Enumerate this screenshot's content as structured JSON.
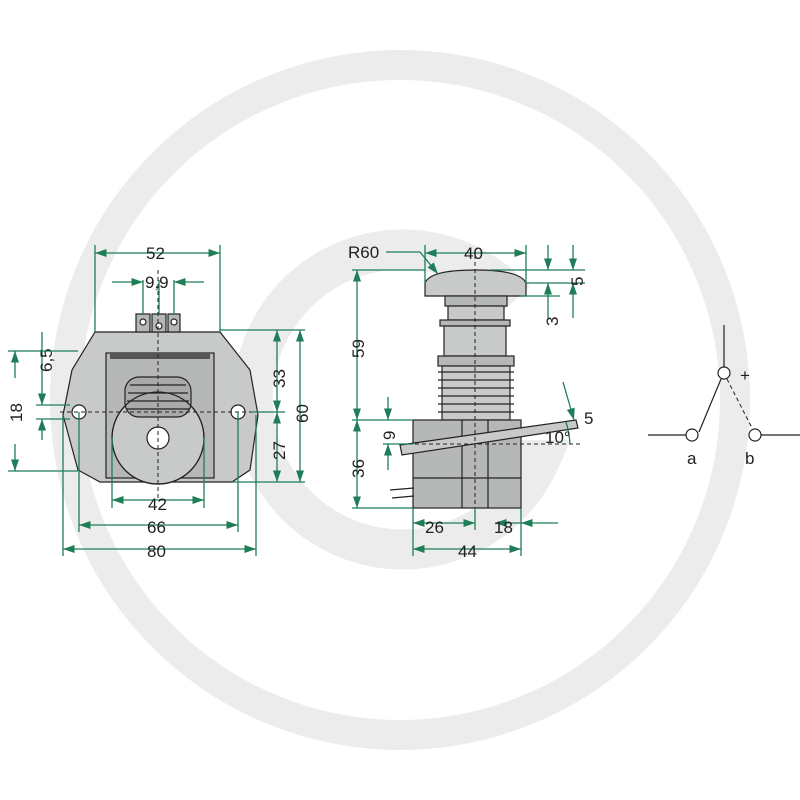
{
  "colors": {
    "dimension_lines": "#1e7e58",
    "outline": "#222222",
    "part_fill": "#c8cac9",
    "watermark": "#ebebeb"
  },
  "front_view": {
    "width_top": "52",
    "terminal_pitch": "9,9",
    "offset_top": "6,5",
    "hole_spacing_v": "18",
    "upper_height": "33",
    "total_height": "60",
    "lower_height": "27",
    "knob_diameter": "42",
    "hole_spacing_h": "66",
    "total_width": "80"
  },
  "side_view": {
    "radius": "R60",
    "head_width": "40",
    "head_thickness": "5",
    "head_gap": "3",
    "head_height": "59",
    "base_top": "9",
    "base_height": "36",
    "lever_thickness": "5",
    "lever_angle": "10°",
    "base_left": "26",
    "base_right": "18",
    "base_width": "44"
  },
  "schematic": {
    "plus": "+",
    "a": "a",
    "b": "b"
  }
}
